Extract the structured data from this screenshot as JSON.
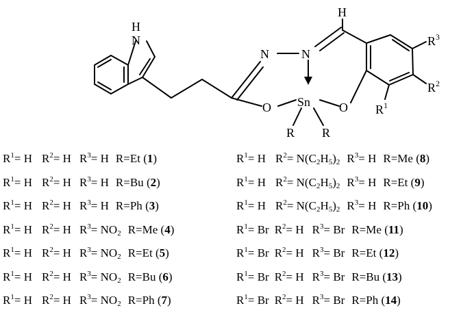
{
  "structure": {
    "atoms": {
      "nh_n": "N",
      "nh_h": "H",
      "n1": "N",
      "n2": "N",
      "o1": "O",
      "o2": "O",
      "sn": "Sn",
      "r_left": "R",
      "r_right": "R",
      "h_top": "H",
      "r1": "R",
      "r1_sup": "1",
      "r2": "R",
      "r2_sup": "2",
      "r3": "R",
      "r3_sup": "3"
    }
  },
  "compounds": [
    {
      "r1": "H",
      "r2": "H",
      "r3": "H",
      "r_pre": "R=",
      "r_val": "Et",
      "num": "1"
    },
    {
      "r1": "H",
      "r2": "H",
      "r3": "H",
      "r_pre": "R=",
      "r_val": "Bu",
      "num": "2"
    },
    {
      "r1": "H",
      "r2": "H",
      "r3": "H",
      "r_pre": "R=",
      "r_val": "Ph",
      "num": "3"
    },
    {
      "r1": "H",
      "r2": "H",
      "r3": "NO2",
      "r_pre": "R=",
      "r_val": "Me",
      "num": "4"
    },
    {
      "r1": "H",
      "r2": "H",
      "r3": "NO2",
      "r_pre": "R=",
      "r_val": "Et",
      "num": "5"
    },
    {
      "r1": "H",
      "r2": "H",
      "r3": "NO2",
      "r_pre": "R=",
      "r_val": "Bu",
      "num": "6"
    },
    {
      "r1": "H",
      "r2": "H",
      "r3": "NO2",
      "r_pre": "R=",
      "r_val": "Ph",
      "num": "7"
    },
    {
      "r1": "H",
      "r2": "N(C2H5)2",
      "r3": "H",
      "r_pre": "R=",
      "r_val": "Me",
      "num": "8"
    },
    {
      "r1": "H",
      "r2": "N(C2H5)2",
      "r3": "H",
      "r_pre": "R=",
      "r_val": "Et",
      "num": "9"
    },
    {
      "r1": "H",
      "r2": "N(C2H5)2",
      "r3": "H",
      "r_pre": "R=",
      "r_val": "Ph",
      "num": "10"
    },
    {
      "r1": "Br",
      "r2": "H",
      "r3": "Br",
      "r_pre": "R=",
      "r_val": "Me",
      "num": "11"
    },
    {
      "r1": "Br",
      "r2": "H",
      "r3": "Br",
      "r_pre": "R=",
      "r_val": "Et",
      "num": "12"
    },
    {
      "r1": "Br",
      "r2": "H",
      "r3": "Br",
      "r_pre": "R=",
      "r_val": "Bu",
      "num": "13"
    },
    {
      "r1": "Br",
      "r2": "H",
      "r3": "Br",
      "r_pre": "R=",
      "r_val": "Ph",
      "num": "14"
    }
  ]
}
